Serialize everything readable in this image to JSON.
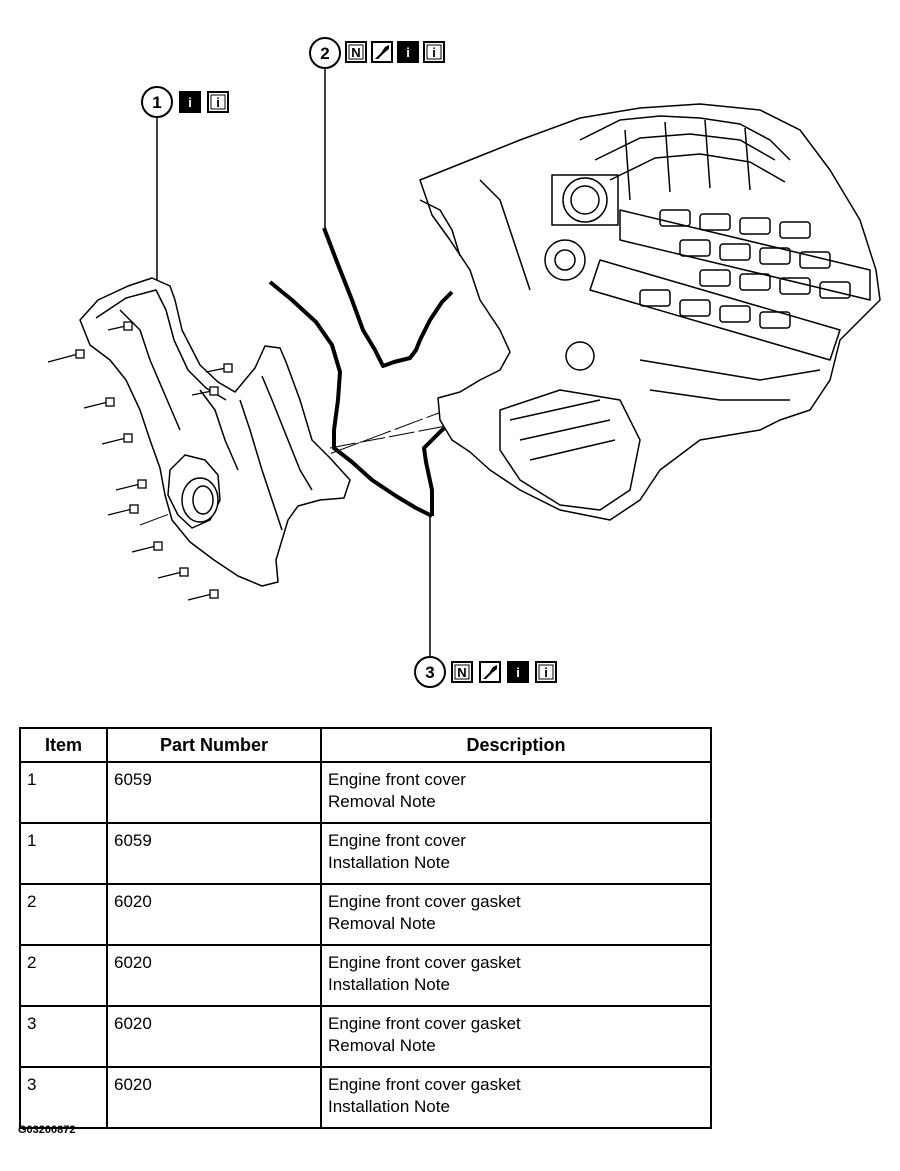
{
  "diagram": {
    "callouts": [
      {
        "number": "1",
        "icons": [
          "info-filled",
          "info-outline"
        ]
      },
      {
        "number": "2",
        "icons": [
          "note",
          "tool",
          "info-filled",
          "info-outline"
        ]
      },
      {
        "number": "3",
        "icons": [
          "note",
          "tool",
          "info-filled",
          "info-outline"
        ]
      }
    ],
    "icon_glyphs": {
      "note": "N",
      "info": "i"
    }
  },
  "table": {
    "headers": [
      "Item",
      "Part Number",
      "Description"
    ],
    "rows": [
      {
        "item": "1",
        "part": "6059",
        "desc1": "Engine front cover",
        "desc2": "Removal Note"
      },
      {
        "item": "1",
        "part": "6059",
        "desc1": "Engine front cover",
        "desc2": "Installation Note"
      },
      {
        "item": "2",
        "part": "6020",
        "desc1": "Engine front cover gasket",
        "desc2": "Removal Note"
      },
      {
        "item": "2",
        "part": "6020",
        "desc1": "Engine front cover gasket",
        "desc2": "Installation Note"
      },
      {
        "item": "3",
        "part": "6020",
        "desc1": "Engine front cover gasket",
        "desc2": "Removal Note"
      },
      {
        "item": "3",
        "part": "6020",
        "desc1": "Engine front cover gasket",
        "desc2": "Installation Note"
      }
    ]
  },
  "figure_code": "G03200872"
}
